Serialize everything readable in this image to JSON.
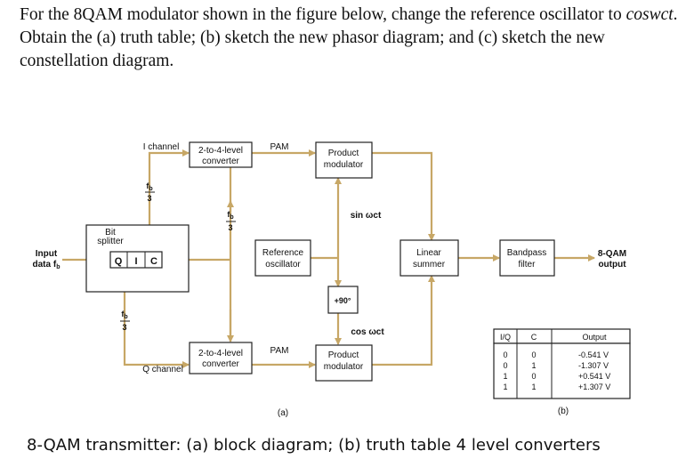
{
  "question": {
    "part1": "For the 8QAM modulator shown in the figure below,  change the reference oscillator to ",
    "part2": "coswct",
    "part3": ". Obtain the (a) truth table; (b) sketch the new phasor diagram; and (c) sketch the new constellation diagram."
  },
  "diagram": {
    "input_label_1": "Input",
    "input_label_2": "data f",
    "input_label_sub": "b",
    "splitter_label_1": "Bit",
    "splitter_label_2": "splitter",
    "splitter_cells": [
      "Q",
      "I",
      "C"
    ],
    "i_channel": "I channel",
    "q_channel": "Q channel",
    "rate_num": "f",
    "rate_sub": "b",
    "rate_den": "3",
    "pam_label": "PAM",
    "converter_top_1": "2-to-4-level",
    "converter_top_2": "converter",
    "converter_bottom_1": "2-to-4-level",
    "converter_bottom_2": "converter",
    "product_mod_1": "Product",
    "product_mod_2": "modulator",
    "ref_osc_1": "Reference",
    "ref_osc_2": "oscillator",
    "sin_label": "sin ωct",
    "cos_label": "cos ωct",
    "phase_shift": "+90°",
    "summer_1": "Linear",
    "summer_2": "summer",
    "bandpass_1": "Bandpass",
    "bandpass_2": "filter",
    "output_1": "8-QAM",
    "output_2": "output",
    "label_a": "(a)",
    "label_b": "(b)"
  },
  "truth_table": {
    "headers": [
      "I/Q",
      "C",
      "Output"
    ],
    "rows": [
      [
        "0",
        "0",
        "-0.541 V"
      ],
      [
        "0",
        "1",
        "-1.307 V"
      ],
      [
        "1",
        "0",
        "+0.541 V"
      ],
      [
        "1",
        "1",
        "+1.307 V"
      ]
    ]
  },
  "caption": "8-QAM transmitter: (a) block diagram; (b) truth table 4 level converters",
  "colors": {
    "wire": "#c7a766",
    "ink": "#111111"
  }
}
